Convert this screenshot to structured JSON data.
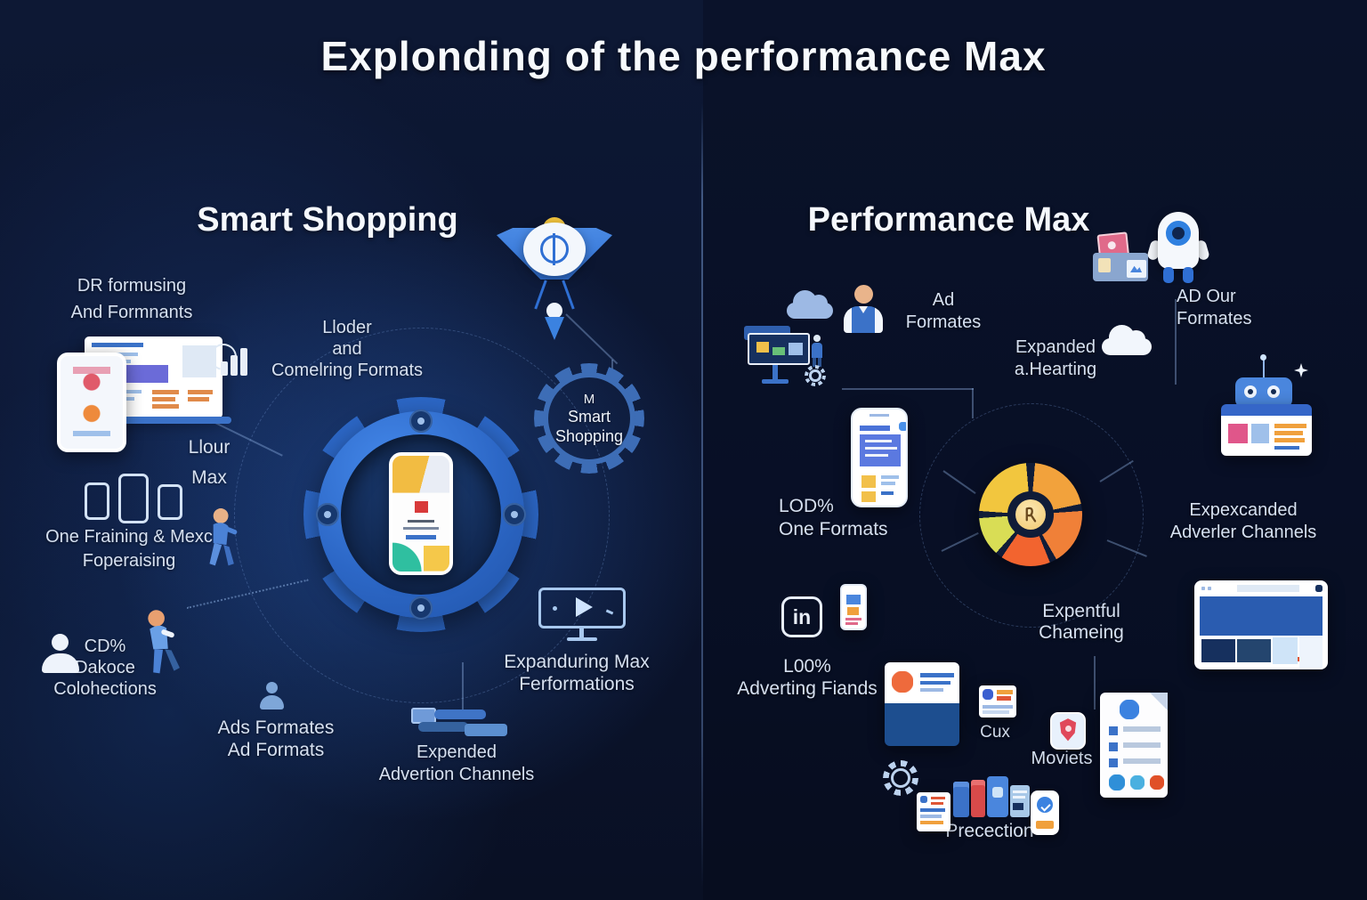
{
  "title": "Explonding  of the performance Max",
  "left": {
    "header": "Smart Shopping",
    "dr_formusing": {
      "line1": "DR formusing",
      "line2": "And Formnants"
    },
    "loader": {
      "line1": "Lloder",
      "line2": "and",
      "line3": "Comelring Formats"
    },
    "llour": {
      "line1": "Llour",
      "line2": "Max"
    },
    "one_fraining": {
      "line1": "One Fraining & Mexc",
      "line2": "Foperaising"
    },
    "cd_collections": {
      "line1": "CD%",
      "line2": "Dakoce",
      "line3": "Colohections"
    },
    "ads_formates": {
      "line1": "Ads Formates",
      "line2": "Ad Formats"
    },
    "expanduring": {
      "line1": "Expanduring Max",
      "line2": "Ferformations"
    },
    "expended": {
      "line1": "Expended",
      "line2": "Advertion Channels"
    },
    "gear_badge": {
      "line1": "M",
      "line2": "Smart",
      "line3": "Shopping"
    }
  },
  "right": {
    "header": "Performance Max",
    "ad_formates": {
      "line1": "Ad",
      "line2": "Formates"
    },
    "expanded_hearting": {
      "line1": "Expanded",
      "line2": "a.Hearting"
    },
    "ad_our": {
      "line1": "AD Our",
      "line2": "Formates"
    },
    "loo_one": {
      "line1": "LOD%",
      "line2": "One Formats"
    },
    "expexcanded": {
      "line1": "Expexcanded",
      "line2": "Adverler Channels"
    },
    "expentful": {
      "line1": "Expentful",
      "line2": "Chameing"
    },
    "loo_adverting": {
      "line1": "L00%",
      "line2": "Adverting Fiands"
    },
    "linkedin_label": "in",
    "cux_label": "Cux",
    "movlets_label": "Moviets",
    "precection_label": "Precection"
  },
  "colors": {
    "background": "#0b142e",
    "accent_blue": "#2c67c6",
    "pie_yellow": "#f2c63e",
    "pie_orange": "#f2a23c",
    "pie_deep_orange": "#f08038",
    "pie_red_orange": "#f2642f",
    "pie_lime": "#d9dd55",
    "pie_center": "#f3c96e",
    "label_text": "#d6e0f0"
  }
}
